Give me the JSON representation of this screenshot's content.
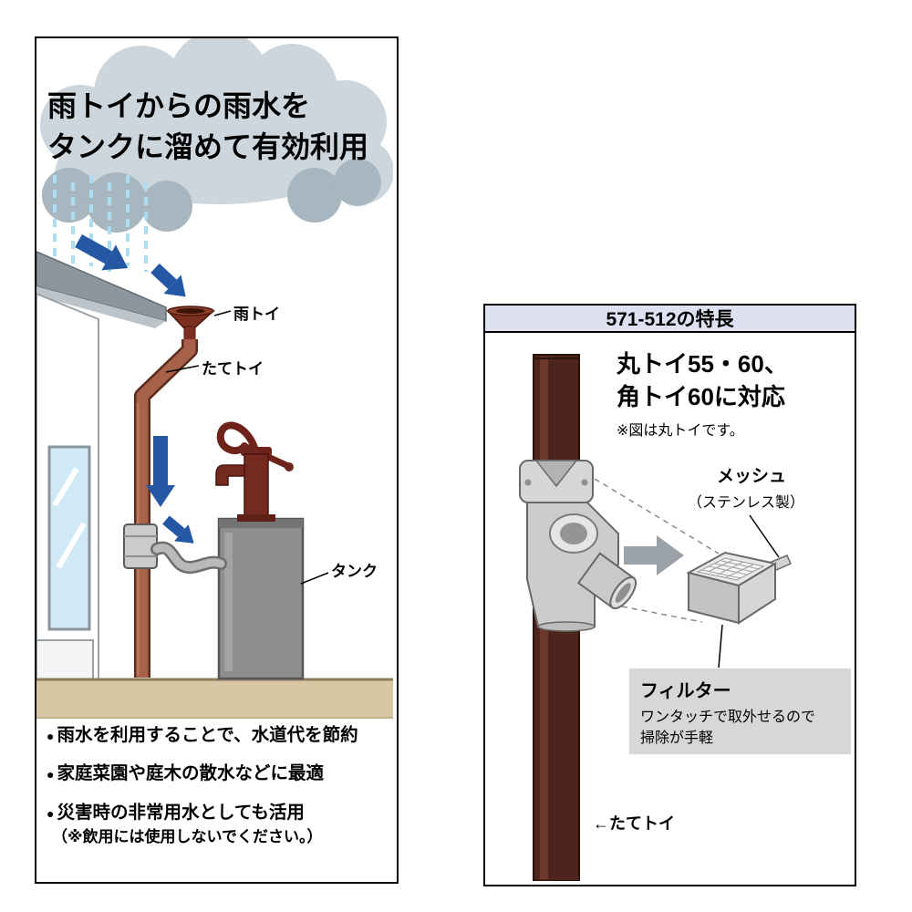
{
  "left_panel": {
    "title_line1": "雨トイからの雨水を",
    "title_line2": "タンクに溜めて有効利用",
    "labels": {
      "rain_gutter": "雨トイ",
      "downpipe": "たてトイ",
      "tank": "タンク"
    },
    "bullet_glyph": "●",
    "bullets": [
      "雨水を利用することで、水道代を節約",
      "家庭菜園や庭木の散水などに最適",
      "災害時の非常用水としても活用"
    ],
    "bullet_note": "（※飲用には使用しないでください。）"
  },
  "right_panel": {
    "header": "571-512の特長",
    "compat_line1": "丸トイ55・60、",
    "compat_line2": "角トイ60に対応",
    "compat_note": "※図は丸トイです。",
    "mesh_label": "メッシュ",
    "mesh_sub": "（ステンレス製）",
    "filter": {
      "title": "フィルター",
      "desc_line1": "ワンタッチで取外せるので",
      "desc_line2": "掃除が手軽"
    },
    "downpipe_pointer": "←たてトイ"
  },
  "colors": {
    "arrow_blue": "#2457a4",
    "downpipe_brown": "#a8614b",
    "dark_pipe_brown": "#4e251c",
    "header_lavender": "#dde1f1",
    "cloud_gray": "#ccd6dc",
    "ground_tan": "#d8c7a5",
    "filter_box_gray": "#d7d7d7"
  }
}
